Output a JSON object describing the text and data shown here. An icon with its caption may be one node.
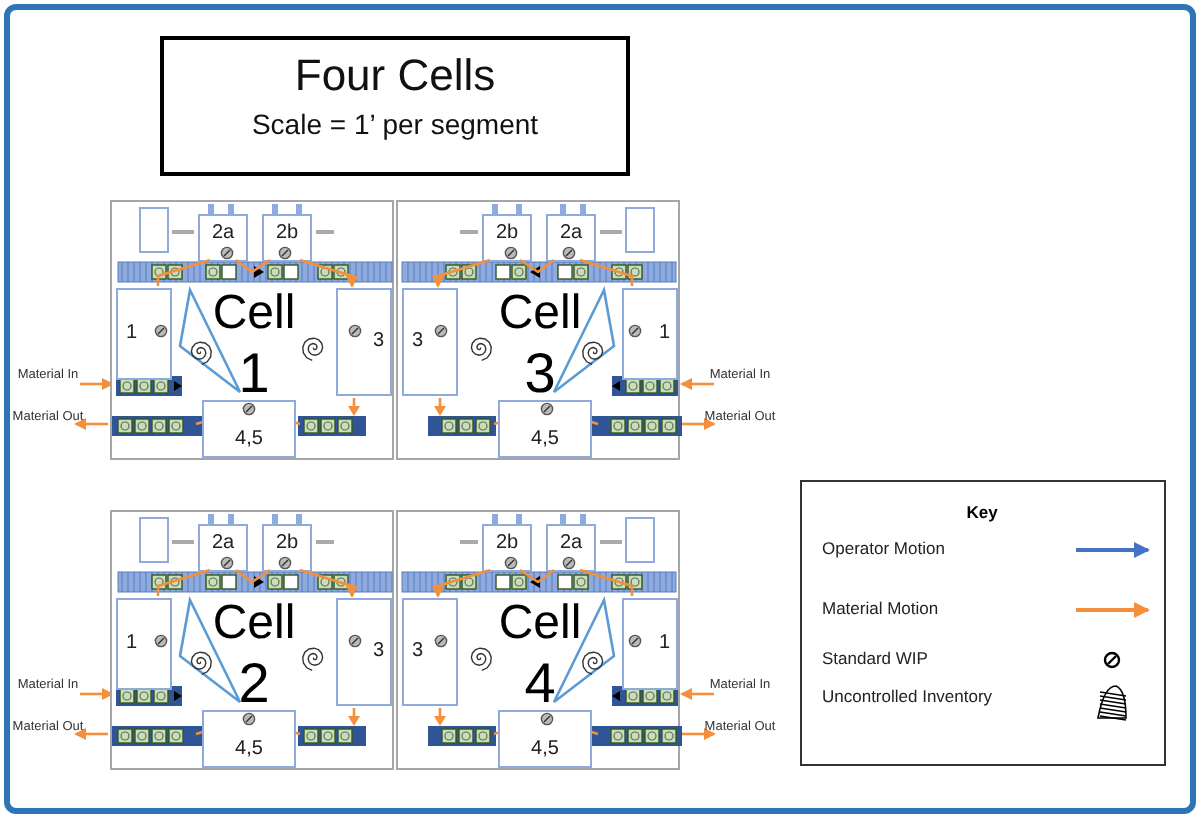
{
  "diagram": {
    "nodes": [
      {
        "text": [
          "Four Cells",
          "Scale = 1’ per segment"
        ]
      },
      {
        "text": [
          "Cell",
          "1"
        ]
      },
      {
        "text": [
          "2a"
        ],
        "in": 1
      },
      {
        "text": [
          "2b"
        ],
        "in": 1
      },
      {
        "text": [
          "1"
        ],
        "in": 1
      },
      {
        "text": [
          "3"
        ],
        "in": 1
      },
      {
        "text": [
          "4,5"
        ],
        "in": 1
      },
      {
        "text": [
          "Cell",
          "3"
        ]
      },
      {
        "text": [
          "2b"
        ],
        "in": 7
      },
      {
        "text": [
          "2a"
        ],
        "in": 7
      },
      {
        "text": [
          "3"
        ],
        "in": 7
      },
      {
        "text": [
          "1"
        ],
        "in": 7
      },
      {
        "text": [
          "4,5"
        ],
        "in": 7
      },
      {
        "text": [
          "Cell",
          "2"
        ]
      },
      {
        "text": [
          "2a"
        ],
        "in": 13
      },
      {
        "text": [
          "2b"
        ],
        "in": 13
      },
      {
        "text": [
          "1"
        ],
        "in": 13
      },
      {
        "text": [
          "3"
        ],
        "in": 13
      },
      {
        "text": [
          "4,5"
        ],
        "in": 13
      },
      {
        "text": [
          "Cell",
          "4"
        ]
      },
      {
        "text": [
          "2b"
        ],
        "in": 19
      },
      {
        "text": [
          "2a"
        ],
        "in": 19
      },
      {
        "text": [
          "3"
        ],
        "in": 19
      },
      {
        "text": [
          "1"
        ],
        "in": 19
      },
      {
        "text": [
          "4,5"
        ],
        "in": 19
      },
      {
        "text": [
          "Key"
        ]
      }
    ],
    "edges": [
      {
        "from": 4,
        "to": 2,
        "arrow": "none"
      },
      {
        "from": 2,
        "to": 3,
        "arrow": "none"
      },
      {
        "from": 3,
        "to": 5,
        "arrow": "to"
      },
      {
        "from": 11,
        "to": 9,
        "arrow": "none"
      },
      {
        "from": 9,
        "to": 8,
        "arrow": "none"
      },
      {
        "from": 8,
        "to": 10,
        "arrow": "to"
      },
      {
        "from": 16,
        "to": 14,
        "arrow": "none"
      },
      {
        "from": 14,
        "to": 15,
        "arrow": "none"
      },
      {
        "from": 15,
        "to": 17,
        "arrow": "to"
      },
      {
        "from": 23,
        "to": 21,
        "arrow": "none"
      },
      {
        "from": 21,
        "to": 20,
        "arrow": "none"
      },
      {
        "from": 20,
        "to": 22,
        "arrow": "to"
      }
    ],
    "labels": [
      "Material In",
      "Material In",
      "Material Out",
      "Material Out",
      "Material In",
      "Material In",
      "Material Out",
      "Material Out"
    ],
    "legend": [
      {
        "text": "Operator Motion"
      },
      {
        "text": "Material Motion"
      },
      {
        "text": "Standard WIP"
      },
      {
        "text": "Uncontrolled Inventory"
      }
    ]
  }
}
